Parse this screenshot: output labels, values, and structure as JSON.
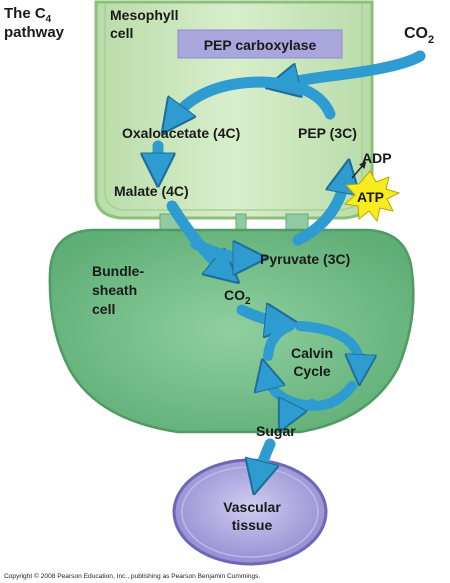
{
  "title": {
    "line1": "The C",
    "line1_sub": "4",
    "line2": "pathway"
  },
  "mesophyll": {
    "label_line1": "Mesophyll",
    "label_line2": "cell"
  },
  "enzyme": "PEP carboxylase",
  "co2_in": {
    "main": "CO",
    "sub": "2"
  },
  "molecules": {
    "oxaloacetate": "Oxaloacetate (4C)",
    "pep": "PEP (3C)",
    "adp": "ADP",
    "atp": "ATP",
    "malate": "Malate (4C)",
    "pyruvate": "Pyruvate (3C)"
  },
  "bundle_sheath": {
    "line1": "Bundle-",
    "line2": "sheath",
    "line3": "cell"
  },
  "co2_bundle": {
    "main": "CO",
    "sub": "2"
  },
  "calvin": {
    "line1": "Calvin",
    "line2": "Cycle"
  },
  "sugar": "Sugar",
  "vascular": {
    "line1": "Vascular",
    "line2": "tissue"
  },
  "copyright": "Copyright © 2008 Pearson Education, Inc., publishing as Pearson Benjamin Cummings.",
  "colors": {
    "mesophyll_fill": "#cfe8c2",
    "bundle_fill": "#7cc48f",
    "vascular_fill": "#b3aee0",
    "arrow": "#2e9bd1",
    "enzyme_box": "#a9a6dd",
    "atp_burst": "#f7ec1f"
  }
}
